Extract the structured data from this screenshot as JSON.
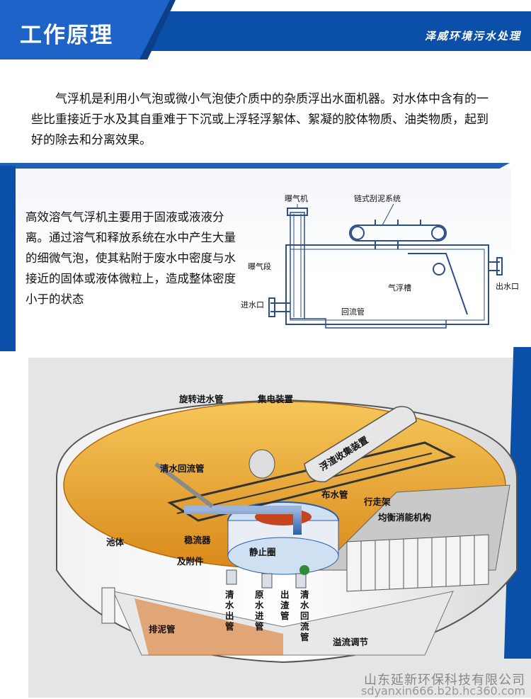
{
  "header": {
    "title": "工作原理",
    "brand": "泽威环境污水处理"
  },
  "intro": {
    "text": "气浮机是利用小气泡或微小气泡使介质中的杂质浮出水面机器。对水体中含有的一些比重接近于水及其自重难于下沉或上浮轻浮絮体、絮凝的胶体物质、油类物质，起到好的除去和分离效果。"
  },
  "section2": {
    "text": "高效溶气气浮机主要用于固液或液液分离。通过溶气和释放系统在水中产生大量的细微气泡，使其粘附于废水中密度与水接近的固体或液体微粒上，造成整体密度小于的状态",
    "diagram_labels": {
      "aerator": "曝气机",
      "scraper": "链式刮泥系统",
      "aeration_section": "曝气段",
      "flotation_tank": "气浮槽",
      "inlet": "进水口",
      "outlet": "出水口",
      "return_pipe": "回流管"
    }
  },
  "section3": {
    "labels": {
      "rotating_inlet": "旋转进水管",
      "collector": "集电装置",
      "scum_collector": "浮渣收集装置",
      "clear_return": "清水回流管",
      "distributor": "布水管",
      "walkway": "行走架",
      "energy_dissipator": "均衡消能机构",
      "tank": "池体",
      "stabilizer": "稳流器",
      "accessories": "及附件",
      "static_ring": "静止圈",
      "clear_outlet": "清水出管",
      "raw_inlet": "原水进管",
      "scum_outlet": "出渣管",
      "clear_return_pipe": "清水回流管",
      "sludge_pipe": "排泥管",
      "overflow": "溢流调节"
    }
  },
  "watermark": {
    "company": "山东延新环保科技有限公司",
    "url": "sdyanxin666.b2b.hc360.com"
  },
  "colors": {
    "brand_blue": "#0a4fa8",
    "tank_orange": "#e8a62a",
    "pipe_blue": "#2c5fa8",
    "diagram_line": "#2c4f8a"
  }
}
